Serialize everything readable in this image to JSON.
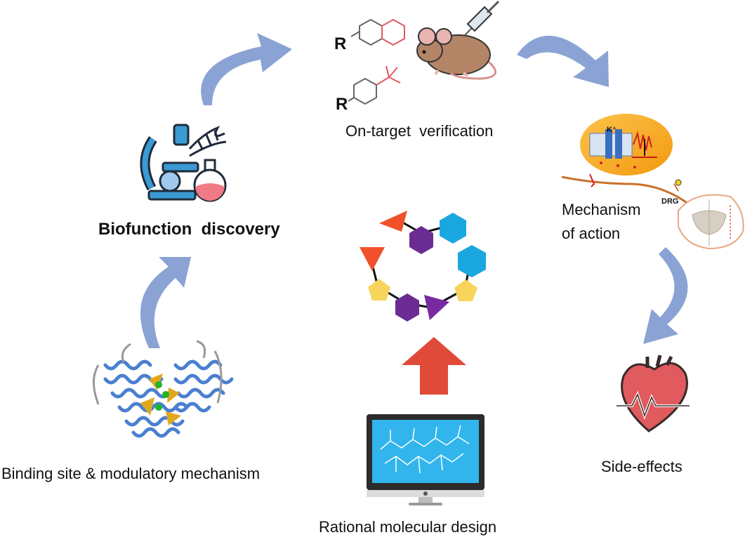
{
  "labels": {
    "biofunction": "Biofunction  discovery",
    "on_target": "On-target  verification",
    "mechanism_line1": "Mechanism",
    "mechanism_line2": "of action",
    "side_effects": "Side-effects",
    "binding": "Binding site & modulatory mechanism",
    "rational": "Rational molecular design"
  },
  "inset": {
    "ion": "K⁺",
    "drg": "DRG"
  },
  "molecules": {
    "r_group_1": "R",
    "r_group_2": "R"
  },
  "colors": {
    "arrow_blue": "#8aa3d4",
    "arrow_red": "#e04a38",
    "hexagon_cyan": "#1aa7e0",
    "hexagon_purple": "#6a2c93",
    "pentagon_yellow": "#f7d45c",
    "triangle_orange": "#f0502a",
    "triangle_purple": "#7a2aa0",
    "inset_orange": "#f6a31a",
    "helix_blue": "#4a7fd0",
    "heart_red": "#e05a5e",
    "monitor_screen": "#31b5ec"
  },
  "icons": {
    "microscope": "microscope-icon",
    "dna": "dna-icon",
    "flask": "flask-icon",
    "mouse": "mouse-icon",
    "syringe": "syringe-icon",
    "heart": "heart-icon",
    "monitor": "monitor-icon",
    "protein": "protein-structure-icon",
    "spinal_cord": "spinal-cord-icon"
  }
}
